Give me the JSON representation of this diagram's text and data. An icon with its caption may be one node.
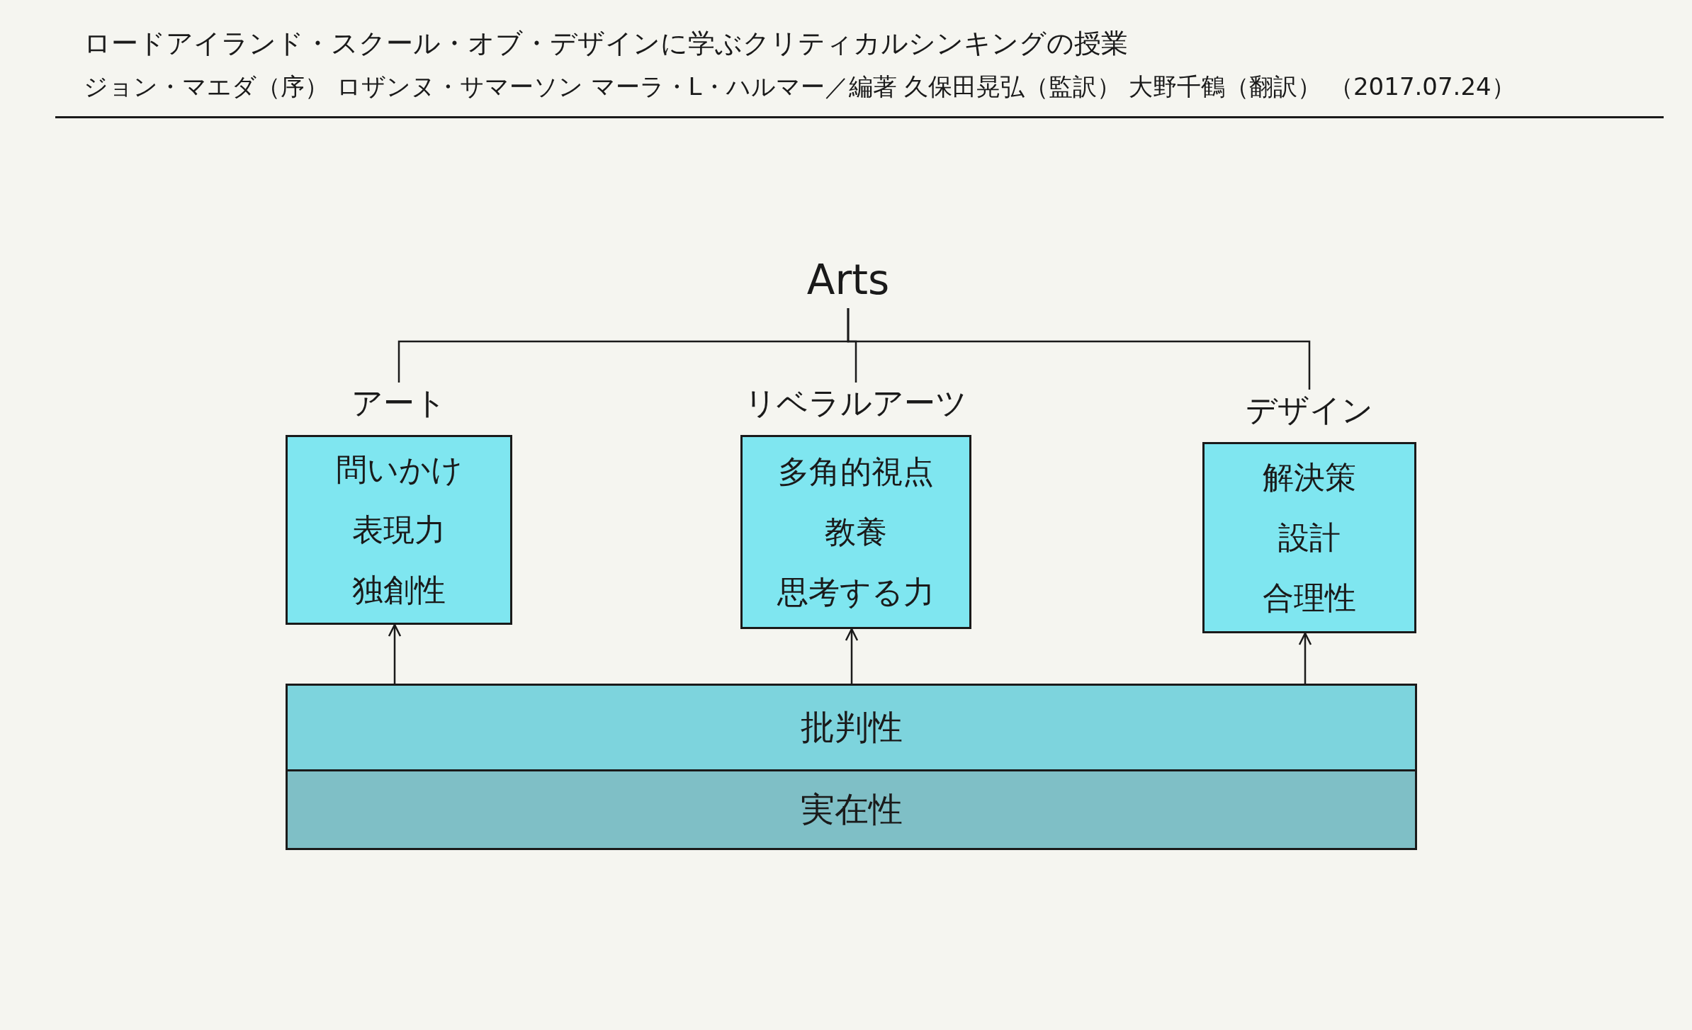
{
  "diagram": {
    "title": "ロードアイランド・スクール・オブ・デザインに学ぶクリティカルシンキングの授業",
    "nodes": [
      {
        "text": [
          "Arts"
        ]
      },
      {
        "text": [
          "アート",
          "問いかけ",
          "表現力",
          "独創性"
        ]
      },
      {
        "text": [
          "リベラルアーツ",
          "多角的視点",
          "教養",
          "思考する力"
        ]
      },
      {
        "text": [
          "デザイン",
          "解決策",
          "設計",
          "合理性"
        ]
      },
      {
        "text": [
          "批判性"
        ]
      },
      {
        "text": [
          "実在性"
        ]
      }
    ],
    "edges": [
      {
        "from": 0,
        "to": 1,
        "arrow": "none"
      },
      {
        "from": 0,
        "to": 2,
        "arrow": "none"
      },
      {
        "from": 0,
        "to": 3,
        "arrow": "none"
      },
      {
        "from": 4,
        "to": 1,
        "arrow": "to"
      },
      {
        "from": 4,
        "to": 2,
        "arrow": "to"
      },
      {
        "from": 4,
        "to": 3,
        "arrow": "to"
      }
    ],
    "labels": [
      "ジョン・マエダ（序） ロザンヌ・サマーソン マーラ・L・ハルマー／編著 久保田晃弘（監訳） 大野千鶴（翻訳） （2017.07.24）"
    ]
  }
}
